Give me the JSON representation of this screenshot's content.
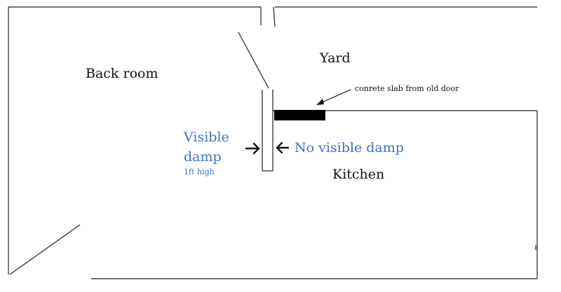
{
  "labels": {
    "back_room": "Back room",
    "yard": "Yard",
    "kitchen": "Kitchen",
    "slab_note": "conrete slab from old door",
    "visible_damp_line1": "Visible",
    "visible_damp_line2": "damp",
    "visible_damp_height": "1ft high",
    "no_visible_damp": "No visible damp"
  },
  "colors": {
    "line": "#222222",
    "damp_text": "#4472c4",
    "slab": "#000000"
  }
}
